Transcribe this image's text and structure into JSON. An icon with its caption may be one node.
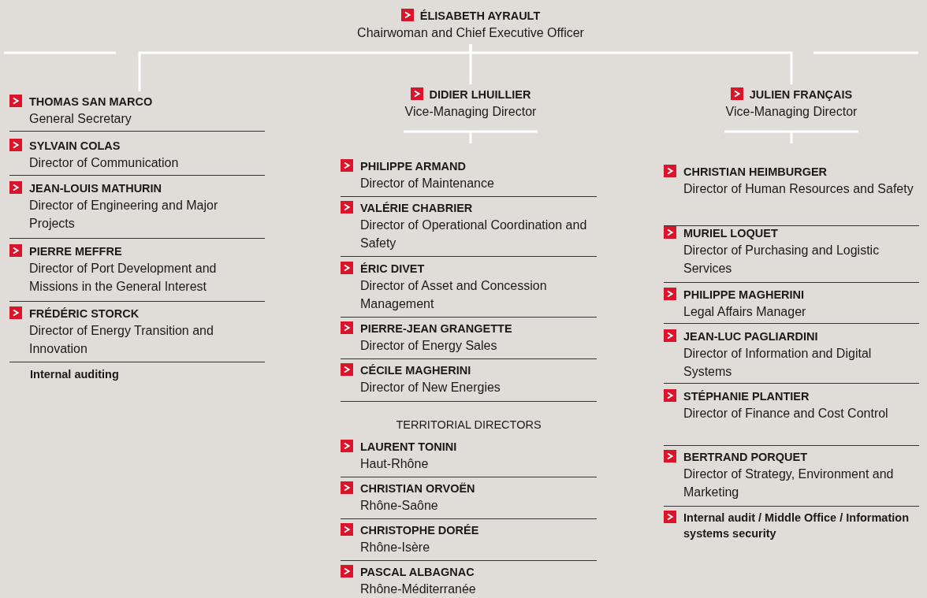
{
  "diagram": {
    "nodes": [
      {
        "text": [
          "ÉLISABETH AYRAULT",
          "Chairwoman and Chief Executive Officer"
        ]
      },
      {
        "text": [
          "THOMAS SAN MARCO",
          "General Secretary"
        ]
      },
      {
        "text": [
          "SYLVAIN COLAS",
          "Director of Communication"
        ]
      },
      {
        "text": [
          "JEAN-LOUIS MATHURIN",
          "Director of Engineering and Major Projects"
        ]
      },
      {
        "text": [
          "PIERRE MEFFRE",
          "Director of Port Development and Missions in the General Interest"
        ]
      },
      {
        "text": [
          "FRÉDÉRIC STORCK",
          "Director of Energy Transition and Innovation"
        ]
      },
      {
        "text": [
          "DIDIER LHUILLIER",
          "Vice-Managing Director"
        ]
      },
      {
        "text": [
          "PHILIPPE ARMAND",
          "Director of Maintenance"
        ]
      },
      {
        "text": [
          "VALÉRIE CHABRIER",
          "Director of Operational Coordination and Safety"
        ]
      },
      {
        "text": [
          "ÉRIC DIVET",
          "Director of Asset and Concession Management"
        ]
      },
      {
        "text": [
          "PIERRE-JEAN GRANGETTE",
          "Director of Energy Sales"
        ]
      },
      {
        "text": [
          "CÉCILE MAGHERINI",
          "Director of New Energies"
        ]
      },
      {
        "text": [
          "LAURENT TONINI",
          "Haut-Rhône"
        ]
      },
      {
        "text": [
          "CHRISTIAN ORVOËN",
          "Rhône-Saône"
        ]
      },
      {
        "text": [
          "CHRISTOPHE DORÉE",
          "Rhône-Isère"
        ]
      },
      {
        "text": [
          "PASCAL ALBAGNAC",
          "Rhône-Méditerranée"
        ]
      },
      {
        "text": [
          "JULIEN FRANÇAIS",
          "Vice-Managing Director"
        ]
      },
      {
        "text": [
          "CHRISTIAN HEIMBURGER",
          "Director of Human Resources and Safety"
        ]
      },
      {
        "text": [
          "MURIEL LOQUET",
          "Director of Purchasing and Logistic Services"
        ]
      },
      {
        "text": [
          "PHILIPPE MAGHERINI",
          "Legal Affairs Manager"
        ]
      },
      {
        "text": [
          "JEAN-LUC PAGLIARDINI",
          "Director of Information and Digital Systems"
        ]
      },
      {
        "text": [
          "STÉPHANIE PLANTIER",
          "Director of Finance and Cost Control"
        ]
      },
      {
        "text": [
          "BERTRAND PORQUET",
          "Director of Strategy, Environment and Marketing"
        ]
      },
      {
        "text": [
          "Internal audit / Middle Office / Information systems security"
        ]
      }
    ],
    "edges": [
      {
        "from": 0,
        "to": 1,
        "arrow": "none"
      },
      {
        "from": 0,
        "to": 6,
        "arrow": "none"
      },
      {
        "from": 0,
        "to": 16,
        "arrow": "none"
      }
    ],
    "labels": [
      "Internal auditing",
      "TERRITORIAL DIRECTORS"
    ]
  }
}
